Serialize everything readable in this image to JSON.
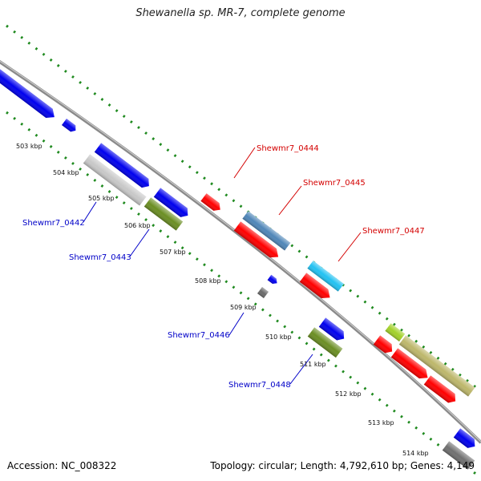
{
  "header": {
    "title": "Shewanella sp. MR-7, complete genome"
  },
  "footer": {
    "accession": "Accession: NC_008322",
    "summary": "Topology: circular; Length: 4,792,610 bp; Genes: 4,149"
  },
  "colors": {
    "backbone": "#8c8c8c",
    "tick_dots": "#1f8a1f",
    "forward_label": "#d40000",
    "reverse_label": "#0000c8"
  },
  "ticks": [
    "503 kbp",
    "504 kbp",
    "505 kbp",
    "506 kbp",
    "507 kbp",
    "508 kbp",
    "509 kbp",
    "510 kbp",
    "511 kbp",
    "512 kbp",
    "513 kbp",
    "514 kbp"
  ],
  "labels": {
    "forward": [
      "Shewmr7_0444",
      "Shewmr7_0445",
      "Shewmr7_0447"
    ],
    "reverse": [
      "Shewmr7_0442",
      "Shewmr7_0443",
      "Shewmr7_0446",
      "Shewmr7_0448"
    ]
  }
}
